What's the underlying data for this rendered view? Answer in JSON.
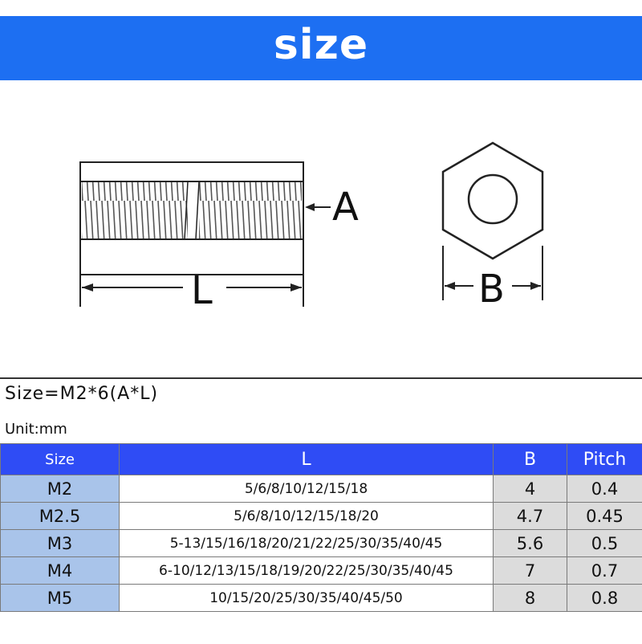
{
  "banner": {
    "title": "size"
  },
  "diagram": {
    "label_a": "A",
    "label_l": "L",
    "label_b": "B"
  },
  "spec": {
    "size_line": "Size=M2*6(A*L)",
    "unit_line": "Unit:mm"
  },
  "table": {
    "headers": [
      "Size",
      "L",
      "B",
      "Pitch"
    ],
    "rows": [
      {
        "size": "M2",
        "l": "5/6/8/10/12/15/18",
        "b": "4",
        "pitch": "0.4"
      },
      {
        "size": "M2.5",
        "l": "5/6/8/10/12/15/18/20",
        "b": "4.7",
        "pitch": "0.45"
      },
      {
        "size": "M3",
        "l": "5-13/15/16/18/20/21/22/25/30/35/40/45",
        "b": "5.6",
        "pitch": "0.5"
      },
      {
        "size": "M4",
        "l": "6-10/12/13/15/18/19/20/22/25/30/35/40/45",
        "b": "7",
        "pitch": "0.7"
      },
      {
        "size": "M5",
        "l": "10/15/20/25/30/35/40/45/50",
        "b": "8",
        "pitch": "0.8"
      }
    ]
  },
  "colors": {
    "banner": "#1d6ff2",
    "header": "#2f4cf5",
    "size_column": "#a9c4ea",
    "b_pitch_columns": "#dcdcdc"
  }
}
